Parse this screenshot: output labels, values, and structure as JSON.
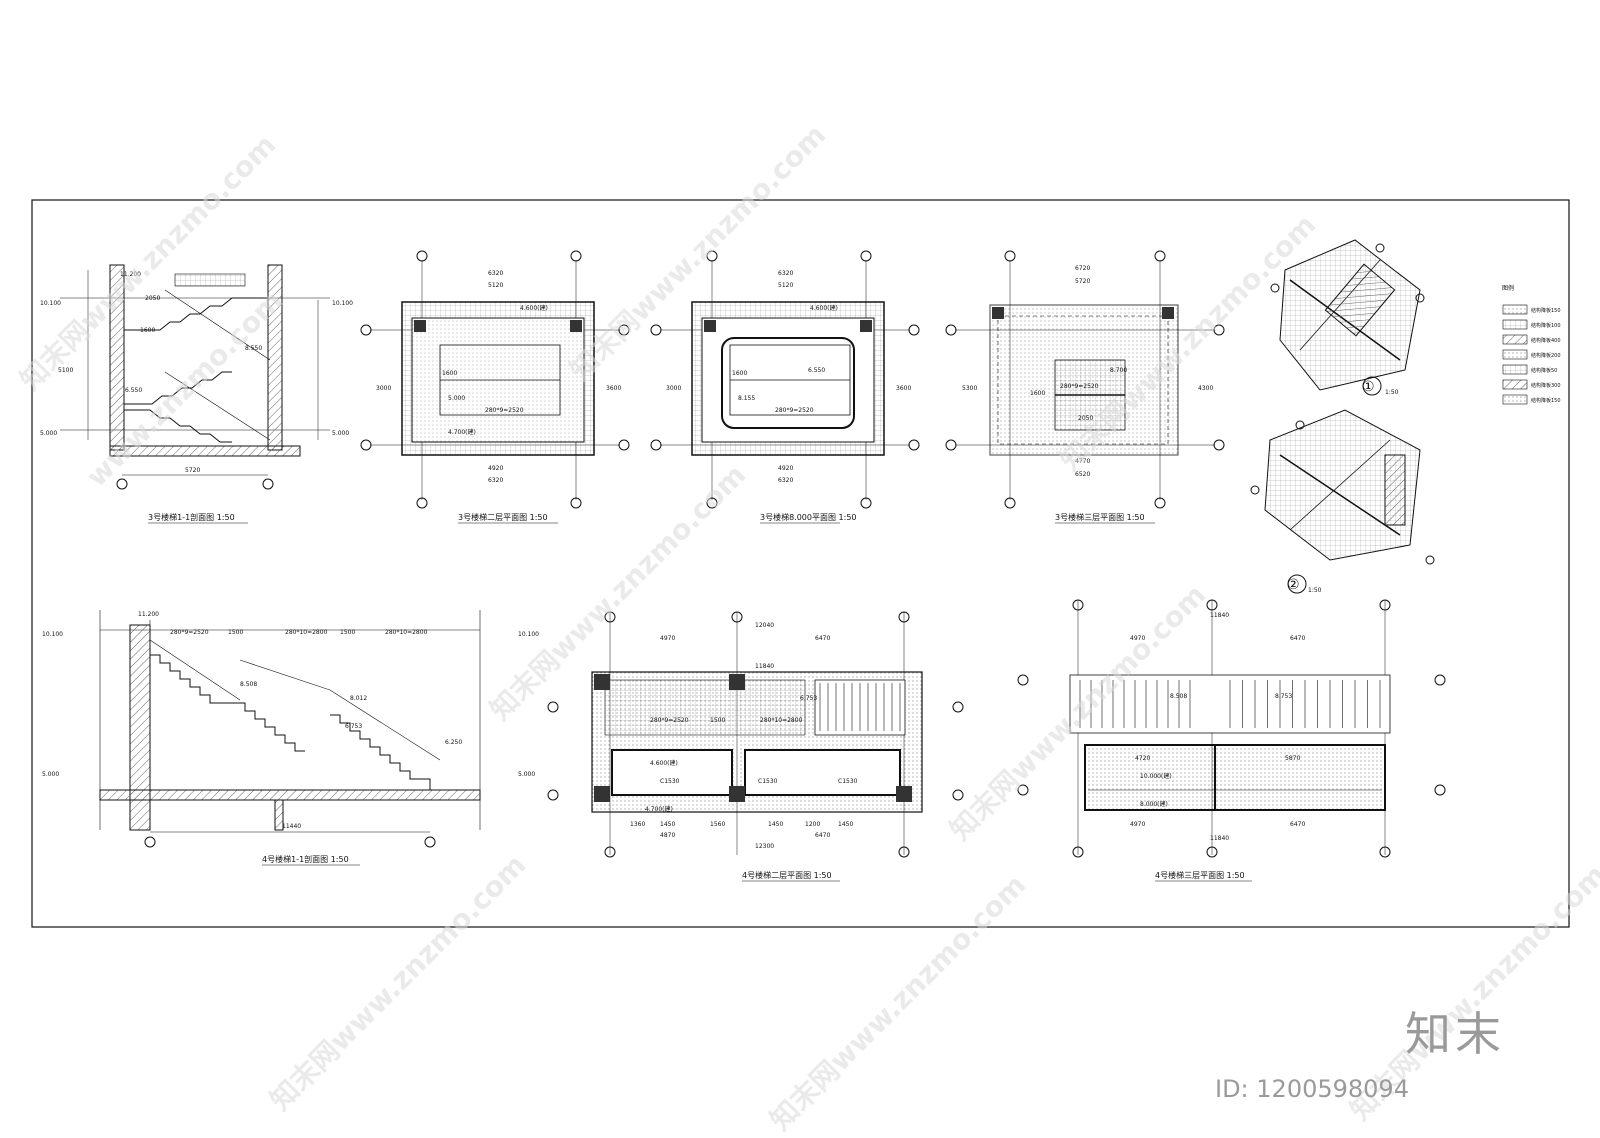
{
  "titles": {
    "s3_section": "3号楼梯1-1剖面图  1:50",
    "s3_floor2": "3号楼梯二层平面图  1:50",
    "s3_8000": "3号楼梯8.000平面图  1:50",
    "s3_floor3": "3号楼梯三层平面图  1:50",
    "s4_section": "4号楼梯1-1剖面图  1:50",
    "s4_floor2": "4号楼梯二层平面图  1:50",
    "s4_floor3": "4号楼梯三层平面图  1:50"
  },
  "detail_scales": {
    "d1": "1:50",
    "d2": "1:50"
  },
  "detail_marks": {
    "d1": "①",
    "d2": "②"
  },
  "legend": {
    "title": "图例",
    "items": [
      "结构降板150",
      "结构降板100",
      "结构降板400",
      "结构降板200",
      "结构降板50",
      "结构降板300",
      "结构降板150"
    ]
  },
  "dims": {
    "s3_section": {
      "bottom": "5720",
      "top": "11.200",
      "left_upper": "10.100",
      "left_lower": "5.000",
      "mid": "5100",
      "l1": "2050",
      "l2": "1600",
      "l3": "8.550",
      "l4": "6.550",
      "r1": "10.100",
      "r2": "5.000"
    },
    "s3_floor2": {
      "top": "6320",
      "top2": "5120",
      "bottom": "4920",
      "bottom2": "6320",
      "left": "3000",
      "right": "3600",
      "c1": "1600",
      "c2": "280*9=2520",
      "e1": "4.600(建)",
      "e2": "5.000",
      "e3": "4.700(建)"
    },
    "s3_8000": {
      "top": "6320",
      "top2": "5120",
      "bottom": "4920",
      "bottom2": "6320",
      "left": "3000",
      "right": "3600",
      "c1": "1600",
      "c2": "280*9=2520",
      "e1": "4.600(建)",
      "e2": "8.155",
      "e3": "6.550"
    },
    "s3_floor3": {
      "top": "6720",
      "top2": "5720",
      "bottom": "4770",
      "bottom2": "6520",
      "left": "5300",
      "right": "4300",
      "c1": "1600",
      "c2": "280*9=2520",
      "e1": "8.700",
      "e2": "2050"
    },
    "s4_section": {
      "bottom": "11440",
      "top": "11.200",
      "left_upper": "10.100",
      "left_lower": "5.000",
      "r1": "10.100",
      "r2": "5.000",
      "t1": "1500",
      "t2": "280*10=2800",
      "t3": "1500",
      "t4": "280*10=2800",
      "e1": "8.508",
      "e2": "8.012",
      "e3": "6.753",
      "e4": "6.250",
      "s1": "280*9=2520"
    },
    "s4_floor2": {
      "top": "12040",
      "top_a": "4970",
      "top_b": "6470",
      "bottom": "12300",
      "bottom_a": "4870",
      "bottom_b": "6470",
      "b1": "1360",
      "b2": "1450",
      "b3": "1560",
      "b4": "1450",
      "b5": "1200",
      "b6": "1450",
      "c1": "280*9=2520",
      "c2": "280*10=2800",
      "c3": "1500",
      "c4": "11840",
      "e1": "4.600(建)",
      "e2": "4.700(建)",
      "e3": "6.753",
      "w1": "C1530",
      "w2": "C1530",
      "w3": "C1530"
    },
    "s4_floor3": {
      "top": "11840",
      "top_a": "4970",
      "top_b": "6470",
      "bottom": "11840",
      "bottom_a": "4970",
      "bottom_b": "6470",
      "m1": "4720",
      "m2": "5870",
      "e1": "8.508",
      "e2": "8.753",
      "e3": "8.000(建)",
      "e4": "10.000(建)"
    }
  },
  "watermarks": [
    "znzmo.com",
    "www.znzmo.com",
    "知末网www.znzmo.com"
  ],
  "brand": "知末",
  "id_label": "ID: 1200598094",
  "colors": {
    "line": "#111111",
    "hatch": "#555555",
    "watermark": "#d9d9d9",
    "brand": "#9a9a9a"
  }
}
